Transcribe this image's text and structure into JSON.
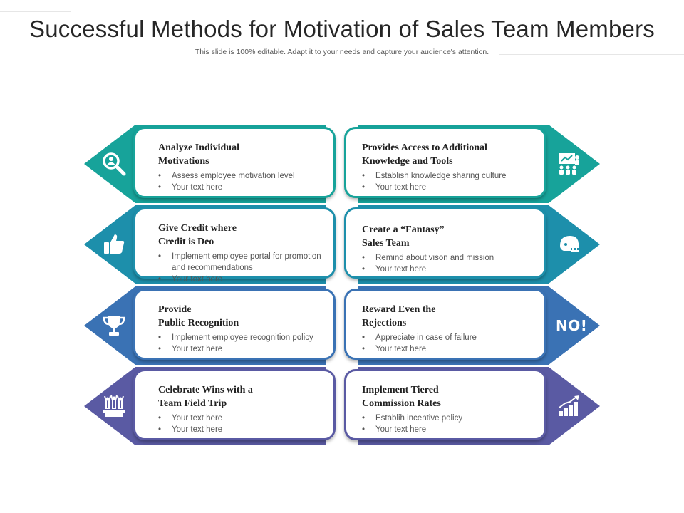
{
  "title": "Successful Methods for Motivation of Sales Team Members",
  "subtitle": "This slide is 100% editable. Adapt it to your needs and capture your audience's attention.",
  "rows": [
    {
      "color": "#17a39a",
      "left": {
        "title": "Analyze Individual\nMotivations",
        "bullets": [
          "Assess employee motivation level",
          "Your text here"
        ],
        "icon": "magnifier-person-icon"
      },
      "right": {
        "title": "Provides Access to Additional\nKnowledge and Tools",
        "bullets": [
          "Establish knowledge sharing culture",
          "Your text here"
        ],
        "icon": "training-presentation-icon"
      }
    },
    {
      "color": "#1d8fab",
      "left": {
        "title": "Give Credit where\nCredit is Deo",
        "bullets": [
          "Implement employee portal for promotion and recommendations",
          "Your text here"
        ],
        "icon": "thumbs-up-icon"
      },
      "right": {
        "title": "Create a “Fantasy”\nSales Team",
        "bullets": [
          "Remind about vison and mission",
          "Your text here"
        ],
        "icon": "football-helmet-icon"
      }
    },
    {
      "color": "#3a72b4",
      "left": {
        "title": "Provide\nPublic Recognition",
        "bullets": [
          "Implement employee recognition policy",
          "Your text here"
        ],
        "icon": "trophy-icon"
      },
      "right": {
        "title": "Reward Even the\nRejections",
        "bullets": [
          "Appreciate in case of failure",
          "Your text here"
        ],
        "icon_text": "NO!"
      }
    },
    {
      "color": "#5a5aa3",
      "left": {
        "title": "Celebrate Wins with a\nTeam Field Trip",
        "bullets": [
          "Your text here",
          "Your text here"
        ],
        "icon": "team-celebration-icon"
      },
      "right": {
        "title": "Implement Tiered\nCommission Rates",
        "bullets": [
          "Establih incentive policy",
          "Your text here"
        ],
        "icon": "growth-chart-icon"
      }
    }
  ]
}
